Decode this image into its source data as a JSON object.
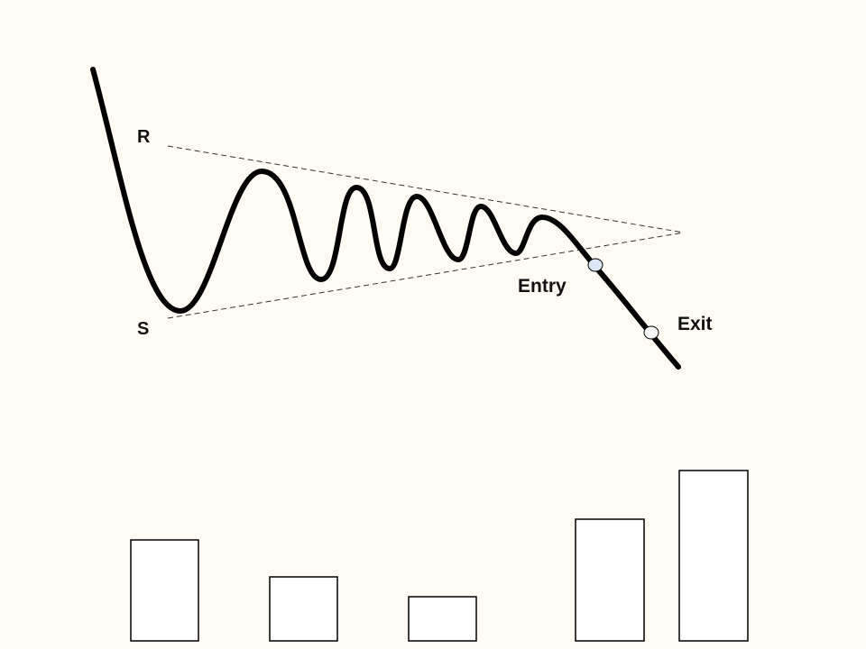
{
  "labels": {
    "resistance": "R",
    "support": "S",
    "entry": "Entry",
    "exit": "Exit"
  },
  "volume_bars": {
    "relative_heights": [
      0.59,
      0.38,
      0.27,
      0.71,
      1.0
    ],
    "description_values_count": 5
  },
  "colors": {
    "background": "#fdfbf3",
    "price_line": "#000000",
    "trend_lines": "#333333",
    "entry_marker": "#dbe7f3",
    "exit_marker": "#f6f6f6",
    "bar_fill": "#ffffff",
    "bar_stroke": "#000000"
  }
}
